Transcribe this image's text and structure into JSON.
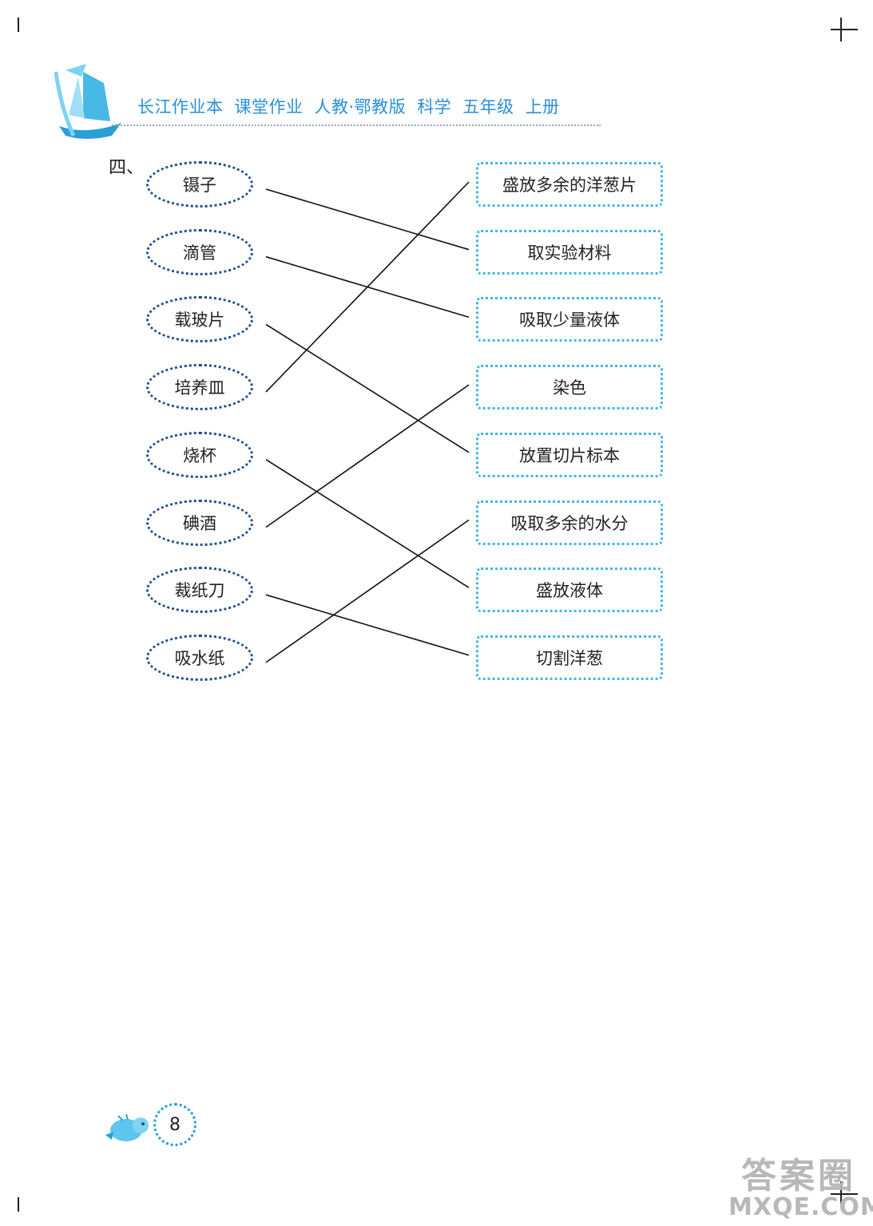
{
  "header": {
    "parts": [
      "长江作业本",
      "课堂作业",
      "人教·鄂教版",
      "科学",
      "五年级",
      "上册"
    ]
  },
  "section_label": "四、",
  "left_items": [
    "镊子",
    "滴管",
    "载玻片",
    "培养皿",
    "烧杯",
    "碘酒",
    "裁纸刀",
    "吸水纸"
  ],
  "right_items": [
    "盛放多余的洋葱片",
    "取实验材料",
    "吸取少量液体",
    "染色",
    "放置切片标本",
    "吸取多余的水分",
    "盛放液体",
    "切割洋葱"
  ],
  "matches": [
    1,
    2,
    4,
    0,
    6,
    3,
    7,
    5
  ],
  "page_number": "8",
  "watermark": {
    "line1": "答案圈",
    "line2": "MXQE.COM"
  },
  "colors": {
    "oval_border": "#1f4f8f",
    "rect_border": "#3fb8e6",
    "header_text": "#2a8fd6",
    "line": "#111111"
  }
}
